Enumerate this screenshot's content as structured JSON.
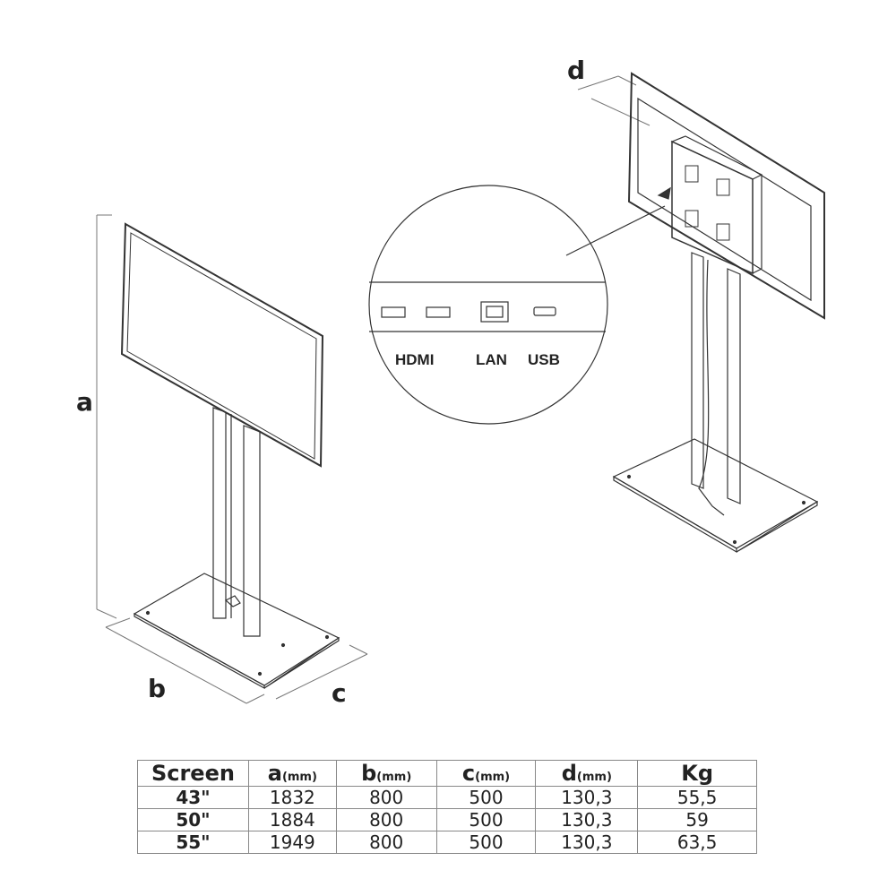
{
  "labels": {
    "a": "a",
    "b": "b",
    "c": "c",
    "d": "d"
  },
  "ports": [
    "HDMI",
    "LAN",
    "USB"
  ],
  "table": {
    "headers": [
      {
        "main": "Screen",
        "unit": ""
      },
      {
        "main": "a",
        "unit": "(mm)"
      },
      {
        "main": "b",
        "unit": "(mm)"
      },
      {
        "main": "c",
        "unit": "(mm)"
      },
      {
        "main": "d",
        "unit": "(mm)"
      },
      {
        "main": "Kg",
        "unit": ""
      }
    ],
    "rows": [
      [
        "43\"",
        "1832",
        "800",
        "500",
        "130,3",
        "55,5"
      ],
      [
        "50\"",
        "1884",
        "800",
        "500",
        "130,3",
        "59"
      ],
      [
        "55\"",
        "1949",
        "800",
        "500",
        "130,3",
        "63,5"
      ]
    ]
  }
}
